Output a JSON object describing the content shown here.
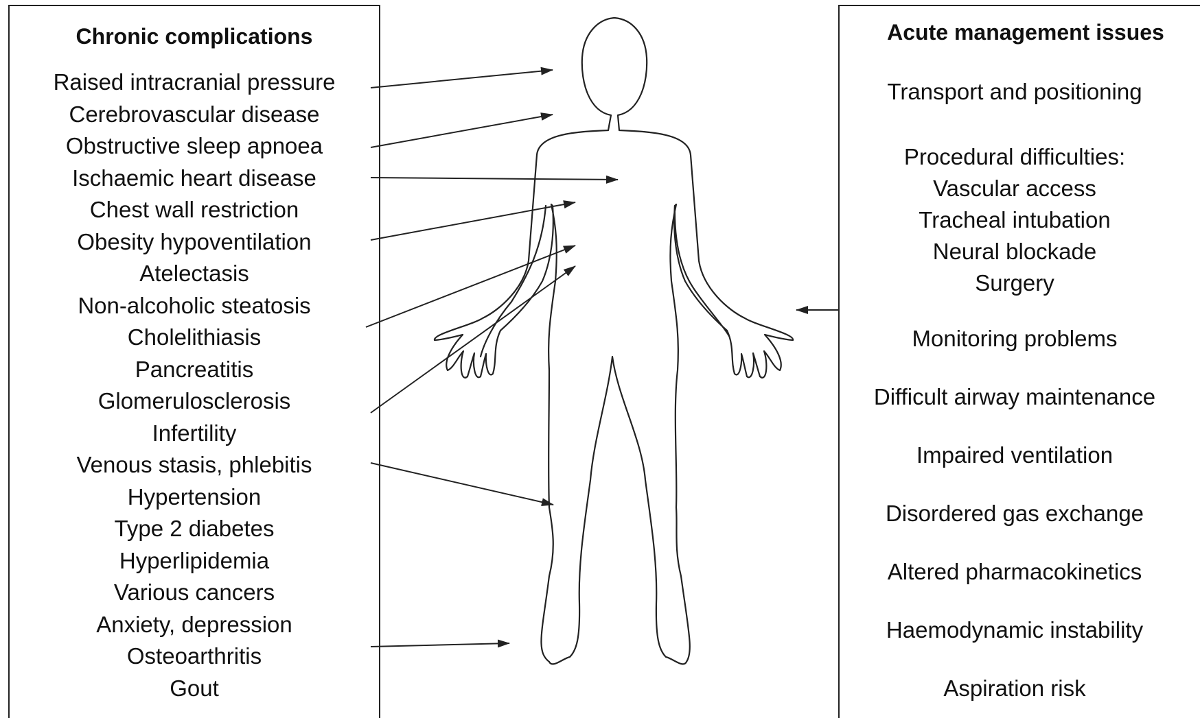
{
  "left_panel": {
    "title": "Chronic complications",
    "items": [
      "Raised intracranial pressure",
      "Cerebrovascular disease",
      "Obstructive sleep apnoea",
      "Ischaemic heart disease",
      "Chest wall restriction",
      "Obesity hypoventilation",
      "Atelectasis",
      "Non-alcoholic steatosis",
      "Cholelithiasis",
      "Pancreatitis",
      "Glomerulosclerosis",
      "Infertility",
      "Venous stasis, phlebitis",
      "Hypertension",
      "Type 2 diabetes",
      "Hyperlipidemia",
      "Various cancers",
      "Anxiety, depression",
      "Osteoarthritis",
      "Gout"
    ]
  },
  "right_panel": {
    "title": "Acute management issues",
    "items": {
      "transport": "Transport and positioning",
      "procedural_heading": "Procedural difficulties:",
      "procedural_1": "Vascular access",
      "procedural_2": "Tracheal intubation",
      "procedural_3": "Neural blockade",
      "procedural_4": "Surgery",
      "monitoring": "Monitoring problems",
      "airway": "Difficult airway maintenance",
      "ventilation": "Impaired ventilation",
      "gas_exchange": "Disordered gas exchange",
      "pharmacokinetics": "Altered pharmacokinetics",
      "haemodynamic": "Haemodynamic instability",
      "aspiration": "Aspiration risk"
    }
  },
  "figure": {
    "body_outline": "human-body-outline",
    "line_color": "#222222"
  }
}
